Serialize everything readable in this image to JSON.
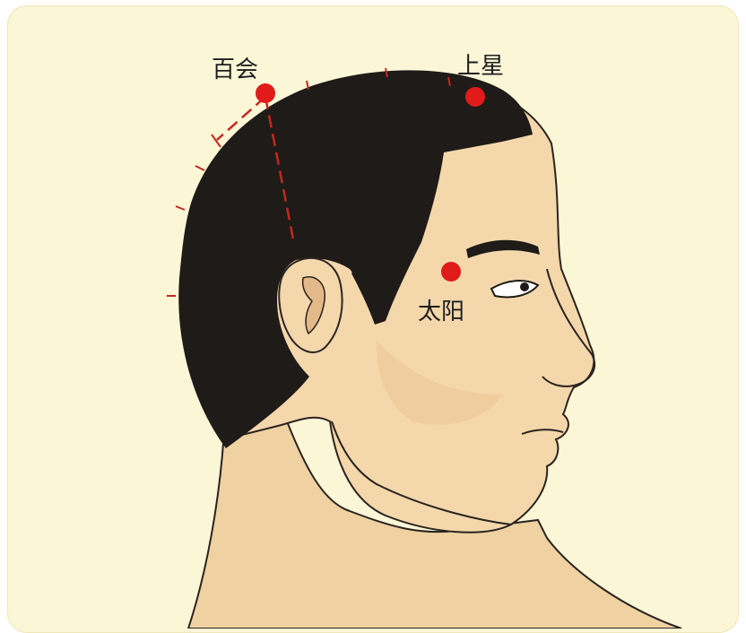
{
  "points": [
    {
      "id": "baihui",
      "label": "百会"
    },
    {
      "id": "shangxing",
      "label": "上星"
    },
    {
      "id": "taiyang",
      "label": "太阳"
    }
  ],
  "colors": {
    "background": "#fbf6d6",
    "skin": "#f4d7ab",
    "skin_shadow": "#e9c18e",
    "hair": "#1e1b18",
    "point": "#e11a1a",
    "guide_line": "#c2281f",
    "outline": "#2a2420"
  }
}
